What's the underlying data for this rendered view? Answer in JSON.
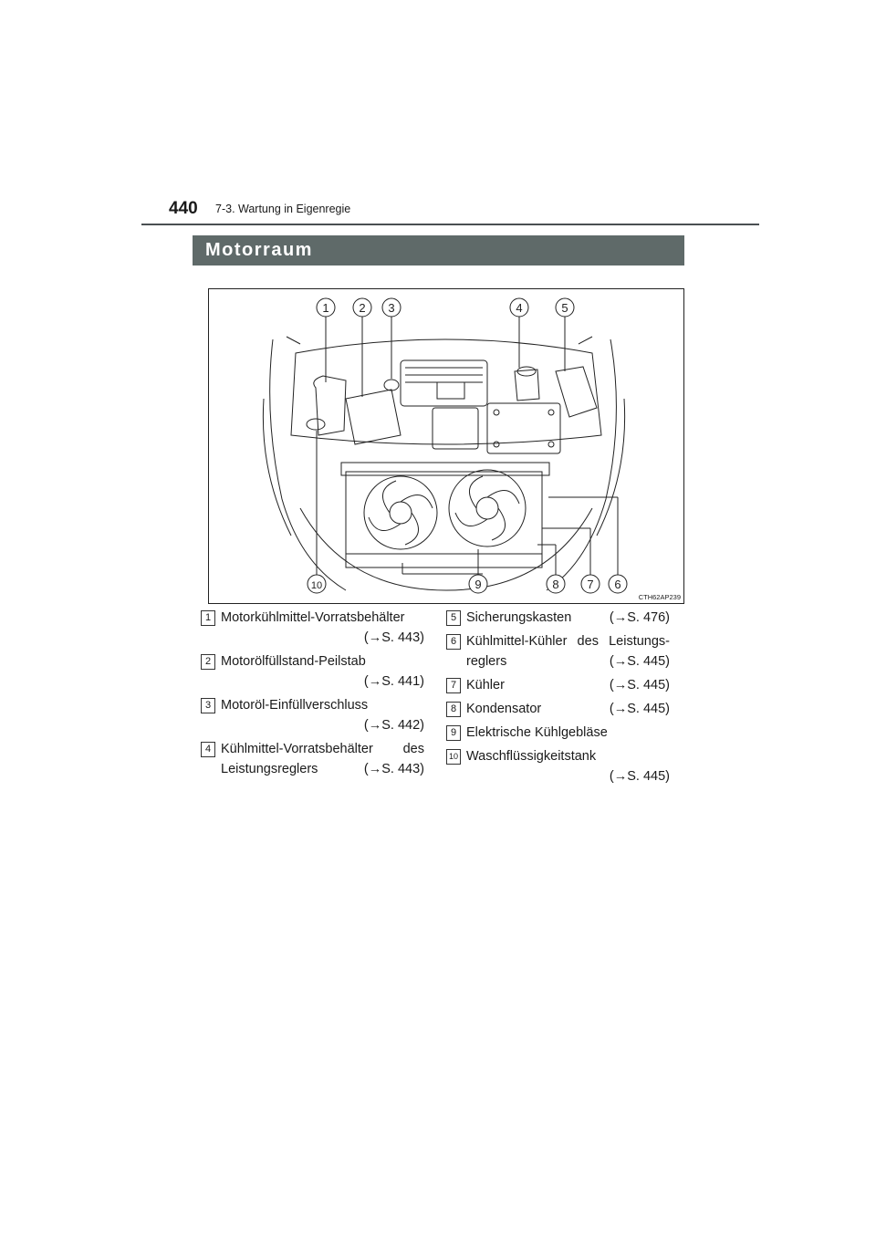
{
  "header": {
    "page_number": "440",
    "section": "7-3. Wartung in Eigenregie"
  },
  "banner": {
    "title": "Motorraum"
  },
  "figure": {
    "code": "CTH62AP239",
    "callouts": [
      "1",
      "2",
      "3",
      "4",
      "5",
      "6",
      "7",
      "8",
      "9",
      "10"
    ]
  },
  "items": [
    {
      "num": "1",
      "label": "Motorkühlmittel-Vorratsbehälter",
      "ref": "(→S. 443)"
    },
    {
      "num": "2",
      "label": "Motorölfüllstand-Peilstab",
      "ref": "(→S. 441)"
    },
    {
      "num": "3",
      "label": "Motoröl-Einfüllverschluss",
      "ref": "(→S. 442)"
    },
    {
      "num": "4",
      "label_line1": "Kühlmittel-Vorratsbehälter des",
      "label_line2": "Leistungsreglers",
      "ref": "(→S. 443)"
    },
    {
      "num": "5",
      "label": "Sicherungskasten",
      "ref": "(→S. 476)"
    },
    {
      "num": "6",
      "label_line1": "Kühlmittel-Kühler des Leistungs-",
      "label_line2": "reglers",
      "ref": "(→S. 445)"
    },
    {
      "num": "7",
      "label": "Kühler",
      "ref": "(→S. 445)"
    },
    {
      "num": "8",
      "label": "Kondensator",
      "ref": "(→S. 445)"
    },
    {
      "num": "9",
      "label": "Elektrische Kühlgebläse",
      "ref": ""
    },
    {
      "num": "10",
      "label": "Waschflüssigkeitstank",
      "ref": "(→S. 445)"
    }
  ]
}
